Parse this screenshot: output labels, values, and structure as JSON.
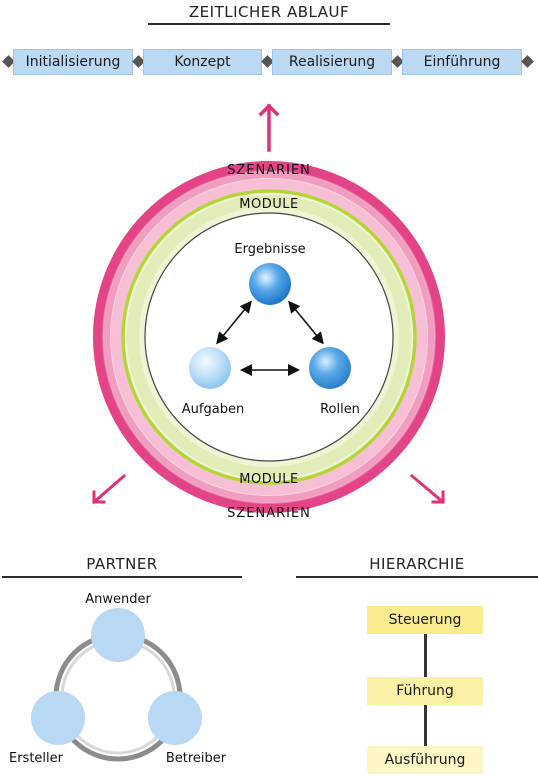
{
  "timeline": {
    "title": "ZEITLICHER ABLAUF",
    "phases": [
      "Initialisierung",
      "Konzept",
      "Realisierung",
      "Einführung"
    ]
  },
  "rings": {
    "outer_label_top": "SZENARIEN",
    "outer_label_bottom": "SZENARIEN",
    "middle_label_top": "MODULE",
    "middle_label_bottom": "MODULE",
    "colors": {
      "outer": "#e0307a",
      "middle": "#b6d33a",
      "inner": "#444444"
    }
  },
  "core": {
    "nodes": {
      "top": "Ergebnisse",
      "left": "Aufgaben",
      "right": "Rollen"
    },
    "colors": {
      "top": "#2f8ee0",
      "left": "#a9d2f5",
      "right": "#3a95e3"
    }
  },
  "partner": {
    "title": "PARTNER",
    "nodes": {
      "top": "Anwender",
      "left": "Ersteller",
      "right": "Betreiber"
    }
  },
  "hierarchie": {
    "title": "HIERARCHIE",
    "levels": [
      "Steuerung",
      "Führung",
      "Ausführung"
    ]
  }
}
